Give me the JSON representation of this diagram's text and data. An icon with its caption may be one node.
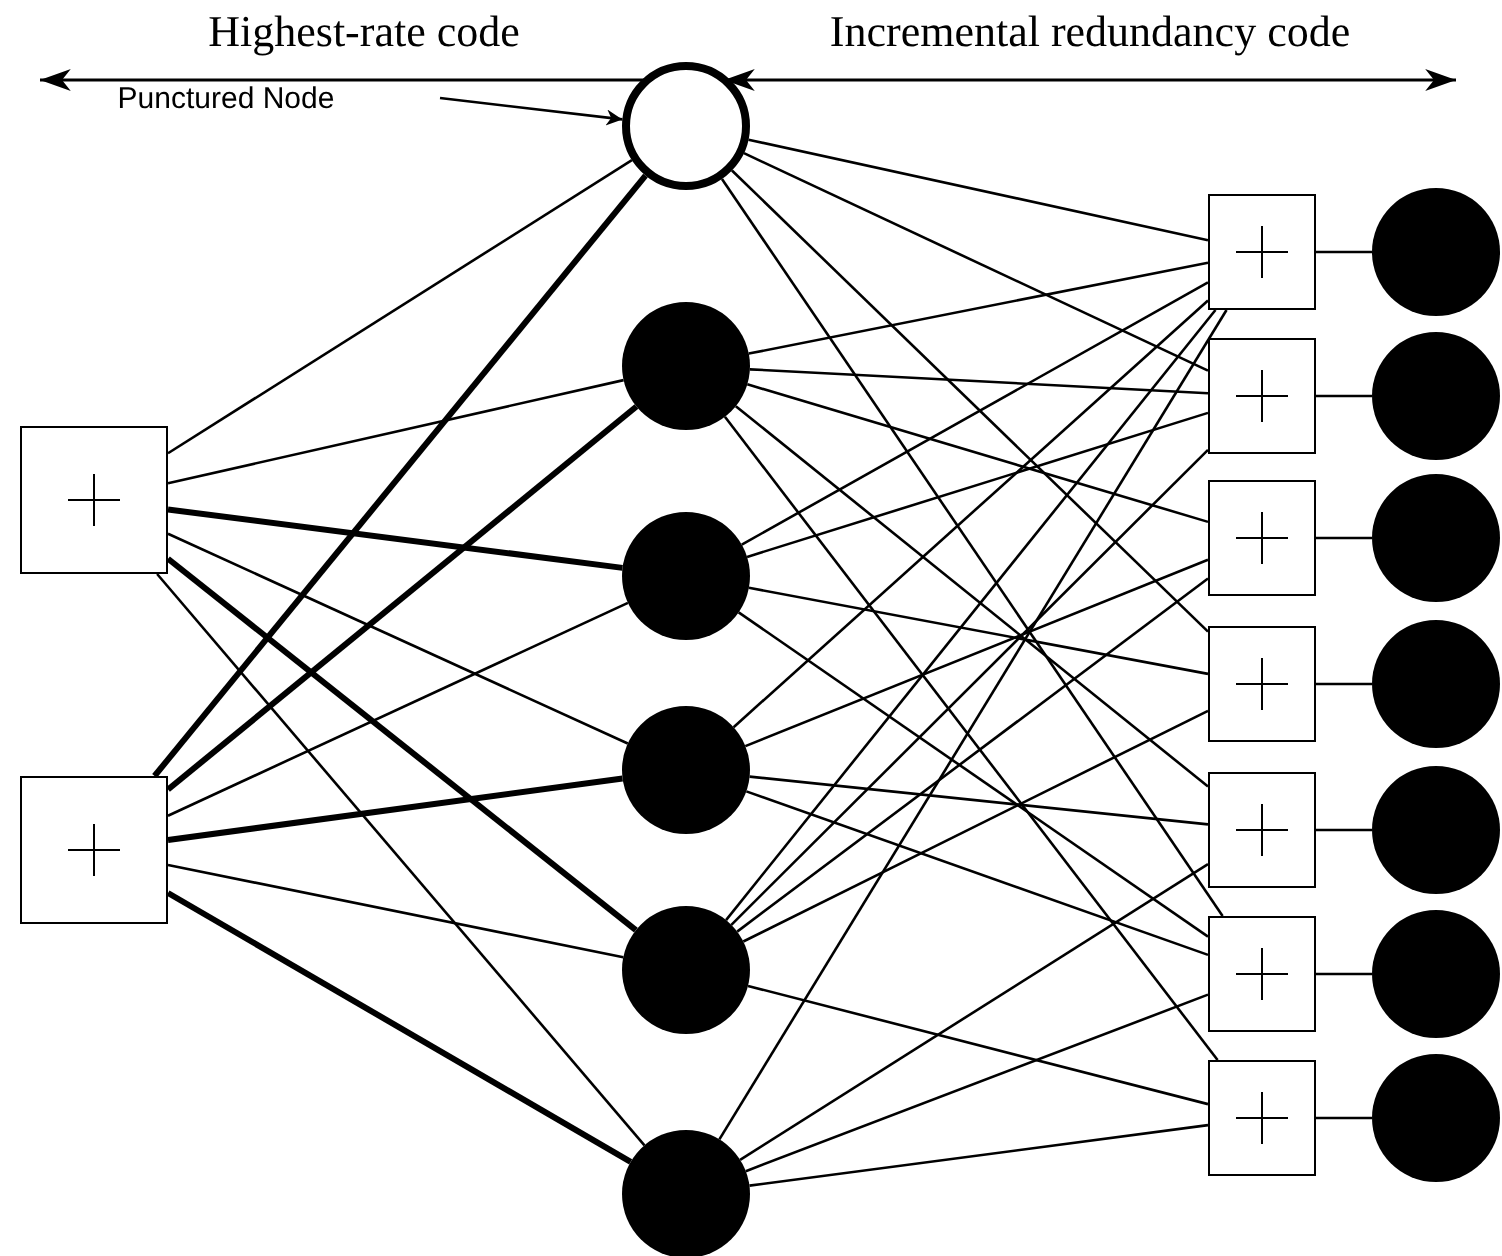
{
  "diagram": {
    "nodes": [
      {
        "text": [
          "Punctured Node"
        ]
      },
      {
        "text": [],
        "shape": "circle"
      },
      {
        "text": [],
        "shape": "circle"
      },
      {
        "text": [],
        "shape": "circle"
      },
      {
        "text": [],
        "shape": "circle"
      },
      {
        "text": [],
        "shape": "circle"
      },
      {
        "text": [],
        "shape": "circle"
      },
      {
        "text": [],
        "shape": "box"
      },
      {
        "text": [],
        "shape": "box"
      },
      {
        "text": [],
        "shape": "box"
      },
      {
        "text": [],
        "shape": "box"
      },
      {
        "text": [],
        "shape": "box"
      },
      {
        "text": [],
        "shape": "box"
      },
      {
        "text": [],
        "shape": "box"
      },
      {
        "text": [],
        "shape": "box"
      },
      {
        "text": [],
        "shape": "box"
      },
      {
        "text": [],
        "shape": "circle"
      },
      {
        "text": [],
        "shape": "circle"
      },
      {
        "text": [],
        "shape": "circle"
      },
      {
        "text": [],
        "shape": "circle"
      },
      {
        "text": [],
        "shape": "circle"
      },
      {
        "text": [],
        "shape": "circle"
      },
      {
        "text": [],
        "shape": "circle"
      }
    ],
    "edges": [
      {
        "from": 0,
        "to": 1,
        "arrow": "to"
      },
      {
        "from": 7,
        "to": 1,
        "arrow": "none"
      },
      {
        "from": 7,
        "to": 2,
        "arrow": "none"
      },
      {
        "from": 7,
        "to": 3,
        "arrow": "none",
        "style": "thick"
      },
      {
        "from": 7,
        "to": 4,
        "arrow": "none"
      },
      {
        "from": 7,
        "to": 5,
        "arrow": "none",
        "style": "thick"
      },
      {
        "from": 7,
        "to": 6,
        "arrow": "none"
      },
      {
        "from": 8,
        "to": 1,
        "arrow": "none",
        "style": "thick"
      },
      {
        "from": 8,
        "to": 2,
        "arrow": "none",
        "style": "thick"
      },
      {
        "from": 8,
        "to": 3,
        "arrow": "none"
      },
      {
        "from": 8,
        "to": 4,
        "arrow": "none",
        "style": "thick"
      },
      {
        "from": 8,
        "to": 5,
        "arrow": "none"
      },
      {
        "from": 8,
        "to": 6,
        "arrow": "none",
        "style": "thick"
      },
      {
        "from": 1,
        "to": 9,
        "arrow": "none"
      },
      {
        "from": 2,
        "to": 9,
        "arrow": "none"
      },
      {
        "from": 3,
        "to": 9,
        "arrow": "none"
      },
      {
        "from": 4,
        "to": 9,
        "arrow": "none"
      },
      {
        "from": 5,
        "to": 9,
        "arrow": "none"
      },
      {
        "from": 6,
        "to": 9,
        "arrow": "none"
      },
      {
        "from": 1,
        "to": 10,
        "arrow": "none"
      },
      {
        "from": 2,
        "to": 10,
        "arrow": "none"
      },
      {
        "from": 3,
        "to": 10,
        "arrow": "none"
      },
      {
        "from": 5,
        "to": 10,
        "arrow": "none"
      },
      {
        "from": 2,
        "to": 11,
        "arrow": "none"
      },
      {
        "from": 4,
        "to": 11,
        "arrow": "none"
      },
      {
        "from": 5,
        "to": 11,
        "arrow": "none"
      },
      {
        "from": 1,
        "to": 12,
        "arrow": "none"
      },
      {
        "from": 3,
        "to": 12,
        "arrow": "none"
      },
      {
        "from": 5,
        "to": 12,
        "arrow": "none"
      },
      {
        "from": 2,
        "to": 13,
        "arrow": "none"
      },
      {
        "from": 4,
        "to": 13,
        "arrow": "none"
      },
      {
        "from": 6,
        "to": 13,
        "arrow": "none"
      },
      {
        "from": 1,
        "to": 14,
        "arrow": "none"
      },
      {
        "from": 3,
        "to": 14,
        "arrow": "none"
      },
      {
        "from": 4,
        "to": 14,
        "arrow": "none"
      },
      {
        "from": 6,
        "to": 14,
        "arrow": "none"
      },
      {
        "from": 2,
        "to": 15,
        "arrow": "none"
      },
      {
        "from": 5,
        "to": 15,
        "arrow": "none"
      },
      {
        "from": 6,
        "to": 15,
        "arrow": "none"
      },
      {
        "from": 9,
        "to": 16,
        "arrow": "none"
      },
      {
        "from": 10,
        "to": 17,
        "arrow": "none"
      },
      {
        "from": 11,
        "to": 18,
        "arrow": "none"
      },
      {
        "from": 12,
        "to": 19,
        "arrow": "none"
      },
      {
        "from": 13,
        "to": 20,
        "arrow": "none"
      },
      {
        "from": 14,
        "to": 21,
        "arrow": "none"
      },
      {
        "from": 15,
        "to": 22,
        "arrow": "none"
      }
    ],
    "labels": [
      "Highest-rate code",
      "Incremental redundancy code"
    ]
  }
}
